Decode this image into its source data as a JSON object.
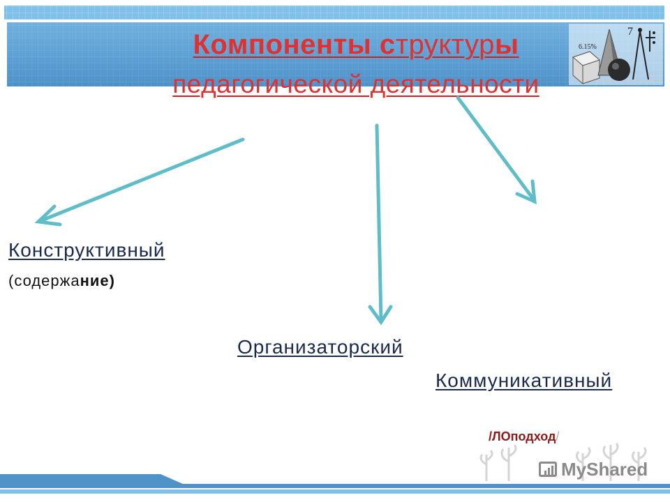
{
  "title": {
    "line1_bold_a": "Компоненты с",
    "line1_normal": "труктур",
    "line1_bold_b": "ы",
    "line2": "педагогической деятельности"
  },
  "nodes": {
    "constructive": {
      "label": "Конструктивный",
      "note_prefix": "(содержа",
      "note_bold": "ние)"
    },
    "organizational": {
      "label": "Организаторский"
    },
    "communicative": {
      "label": "Коммуникативный"
    }
  },
  "approach_note": {
    "text": "/ЛОподход",
    "trailing": "/"
  },
  "watermark": {
    "text": "MyShared"
  },
  "corner_art": {
    "numbers": [
      "7",
      "6.15%"
    ]
  },
  "colors": {
    "banner": "#5b9bd0",
    "arrow": "#5fbdc8",
    "title": "#e03030",
    "text": "#1a2a4a"
  }
}
